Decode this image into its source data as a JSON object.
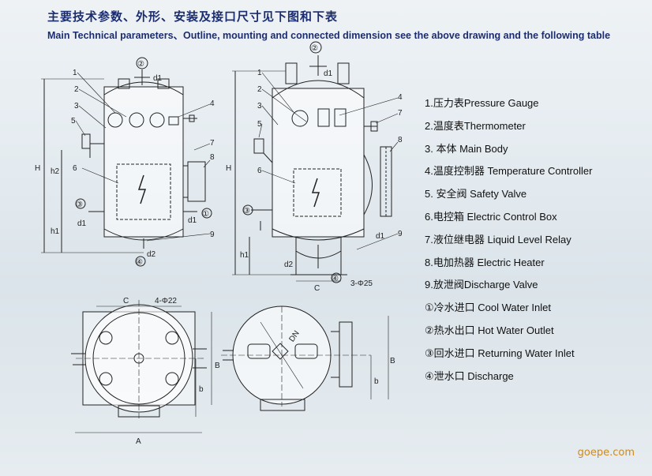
{
  "header": {
    "title_cn": "主要技术参数、外形、安装及接口尺寸见下图和下表",
    "title_en": "Main Technical parameters、Outline, mounting and connected dimension see the above drawing and the following table"
  },
  "legend": [
    {
      "text": "1.压力表Pressure Gauge"
    },
    {
      "text": "2.温度表Thermometer"
    },
    {
      "text": "3. 本体 Main Body"
    },
    {
      "text": "4.温度控制器 Temperature Controller"
    },
    {
      "text": "5. 安全阀 Safety Valve"
    },
    {
      "text": "6.电控箱 Electric Control Box"
    },
    {
      "text": "7.液位继电器 Liquid Level Relay"
    },
    {
      "text": "8.电加热器 Electric Heater"
    },
    {
      "text": "9.放泄阀Discharge Valve"
    },
    {
      "text": "①冷水进口 Cool Water Inlet"
    },
    {
      "text": "②热水出口 Hot Water Outlet"
    },
    {
      "text": "③回水进口 Returning Water Inlet"
    },
    {
      "text": "④泄水口 Discharge"
    }
  ],
  "labels": {
    "n1": "1",
    "n2": "2",
    "n3": "3",
    "n4": "4",
    "n5": "5",
    "n6": "6",
    "n7": "7",
    "n8": "8",
    "n9": "9",
    "c1": "①",
    "c2": "②",
    "c3": "③",
    "c4": "④",
    "d1": "d1",
    "d2": "d2",
    "H": "H",
    "h1": "h1",
    "h2": "h2",
    "C": "C",
    "A": "A",
    "B": "B",
    "b": "b",
    "DN": "DN",
    "holes4": "4-Φ22",
    "holes3": "3-Φ25"
  },
  "watermark": "goepe.com"
}
